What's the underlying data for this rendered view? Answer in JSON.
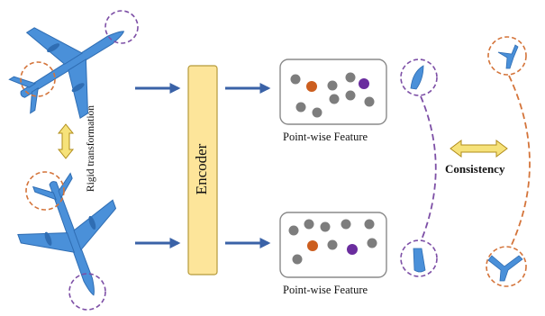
{
  "labels": {
    "rigid_transformation": "Rigid transformation",
    "encoder": "Encoder",
    "pointwise_feature_top": "Point-wise Feature",
    "pointwise_feature_bottom": "Point-wise Feature",
    "consistency": "Consistency"
  },
  "colors": {
    "plane": "#4a90d9",
    "plane_dark": "#2f6db3",
    "arrow_blue": "#3a62a7",
    "encoder_fill": "#fde59a",
    "encoder_stroke": "#b59a3a",
    "bidir_arrow_fill": "#f6e27a",
    "bidir_arrow_stroke": "#b08c1a",
    "circle_orange": "#d4743a",
    "circle_purple": "#7d4fa6",
    "dot_gray": "#7d7d7d",
    "dot_orange": "#cc5e1f",
    "dot_purple": "#6a2d9e",
    "feature_box_stroke": "#8a8a8a"
  }
}
